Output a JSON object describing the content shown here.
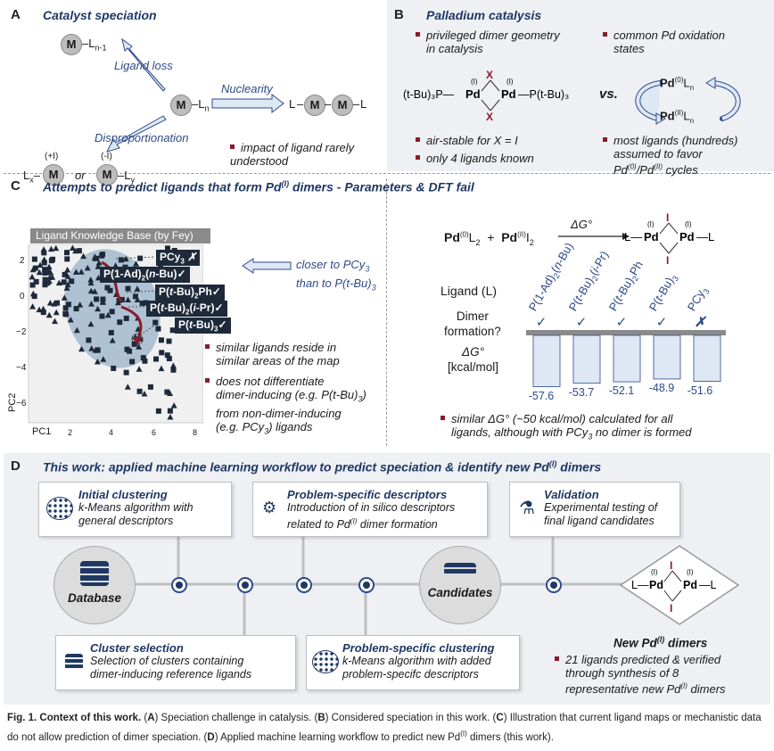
{
  "panelA": {
    "letter": "A",
    "title": "Catalyst speciation",
    "ligand_loss": "Ligand loss",
    "nuclearity": "Nuclearity",
    "disproportionation": "Disproportionation",
    "m": "M",
    "l_n": "L",
    "n_sub": "n",
    "nm1_sub": "n-1",
    "plus_one": "(+I)",
    "minus_one": "(-I)",
    "or": "or",
    "x_sub": "x",
    "y_sub": "y",
    "bullet": "impact of ligand rarely understood"
  },
  "panelB": {
    "letter": "B",
    "title": "Palladium catalysis",
    "bullet1a": "privileged dimer geometry",
    "bullet1b": "in catalysis",
    "bullet2a": "common Pd oxidation",
    "bullet2b": "states",
    "vs": "vs.",
    "bullet3": "air-stable for X = I",
    "bullet4": "only 4 ligands known",
    "bullet5a": "most ligands (hundreds)",
    "bullet5b": "assumed to favor",
    "bullet5c": "Pd(0)/Pd(II) cycles"
  },
  "panelC": {
    "letter": "C",
    "title": "Attempts to predict ligands that form Pd(I) dimers - Parameters & DFT fail",
    "map_title": "Ligand Knowledge Base (by Fey)",
    "tags": [
      "PCy3 ✗",
      "P(1-Ad)2(n-Bu) ✓",
      "P(t-Bu)2Ph ✓",
      "P(t-Bu)2(i-Pr) ✓",
      "P(t-Bu)3 ✓"
    ],
    "closer1": "closer to PCy3",
    "closer2": "than to P(t-Bu)3",
    "axis_x": "PC1",
    "axis_y": "PC2",
    "xticks": [
      "2",
      "4",
      "6",
      "8"
    ],
    "yticks": [
      "2",
      "0",
      "−2",
      "−4",
      "−6"
    ],
    "bullet1a": "similar ligands reside in",
    "bullet1b": "similar areas of the map",
    "bullet2a": "does not differentiate",
    "bullet2b": "dimer-inducing (e.g. P(t-Bu)3)",
    "bullet2c": "from non-dimer-inducing",
    "bullet2d": "(e.g. PCy3) ligands",
    "dg_label": "ΔG°",
    "ligand_label": "Ligand (L)",
    "dimer_label1": "Dimer",
    "dimer_label2": "formation?",
    "dg_unit1": "ΔG°",
    "dg_unit2": "[kcal/mol]",
    "bottom1": "similar ΔG° (~50 kcal/mol) calculated for all",
    "bottom2": "ligands, although with PCy3 no dimer is formed"
  },
  "chart_data": {
    "type": "bar",
    "categories": [
      "P(1-Ad)2(n-Bu)",
      "P(t-Bu)2(i-Pr)",
      "P(t-Bu)2Ph",
      "P(t-Bu)3",
      "PCy3"
    ],
    "values": [
      -57.6,
      -53.7,
      -52.1,
      -48.9,
      -51.6
    ],
    "dimer": [
      "✓",
      "✓",
      "✓",
      "✓",
      "✗"
    ],
    "ylabel": "ΔG° [kcal/mol]",
    "xlabel": "Ligand (L)",
    "ylim": [
      -60,
      0
    ]
  },
  "panelD": {
    "letter": "D",
    "title": "This work: applied machine learning workflow to predict speciation & identify new Pd(I) dimers",
    "box1_title": "Initial clustering",
    "box1_l1": "k-Means algorithm with",
    "box1_l2": "general descriptors",
    "box2_title": "Problem-specific descriptors",
    "box2_l1": "Introduction of in silico descriptors",
    "box2_l2": "related to Pd(I) dimer formation",
    "box3_title": "Validation",
    "box3_l1": "Experimental testing of",
    "box3_l2": "final ligand candidates",
    "box4_title": "Cluster selection",
    "box4_l1": "Selection of clusters containing",
    "box4_l2": "dimer-inducing reference ligands",
    "box5_title": "Problem-specific clustering",
    "box5_l1": "k-Means algorithm with added",
    "box5_l2": "problem-specifc descriptors",
    "database": "Database",
    "candidates": "Candidates",
    "new_dimers": "New Pd(I) dimers",
    "bullet_l1": "21 ligands predicted & verified",
    "bullet_l2": "through synthesis of 8",
    "bullet_l3": "representative new Pd(I) dimers"
  },
  "caption": {
    "fig": "Fig. 1. Context of this work.",
    "text": " (A) Speciation challenge in catalysis. (B) Considered speciation in this work. (C) Illustration that current ligand maps or mechanistic data do not allow prediction of dimer speciation. (D) Applied machine learning workflow to predict new Pd(I) dimers (this work)."
  },
  "colors": {
    "navy": "#1f3864",
    "accent_red": "#8b1a2b",
    "panel_bg": "#eef0f4",
    "bar_fill": "#dde8f4"
  }
}
